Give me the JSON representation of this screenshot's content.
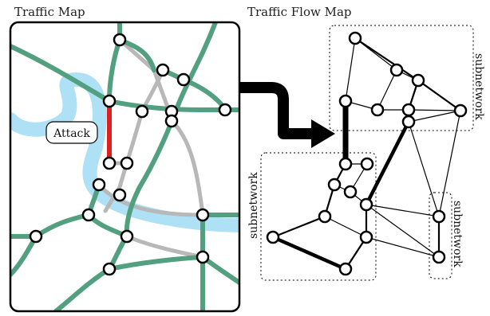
{
  "left_panel": {
    "title": "Traffic Map",
    "attack_label": "Attack"
  },
  "right_panel": {
    "title": "Traffic Flow Map",
    "subnetwork_labels": [
      "subnetwork",
      "subnetwork",
      "subnetwork"
    ]
  },
  "colors": {
    "road": "#52a080",
    "secondary_road": "#b8b8b8",
    "river": "#aee0f6",
    "attacked_link": "#e02020",
    "node_fill": "#ffffff",
    "node_stroke": "#000000",
    "flow_arrow": "#000000"
  }
}
